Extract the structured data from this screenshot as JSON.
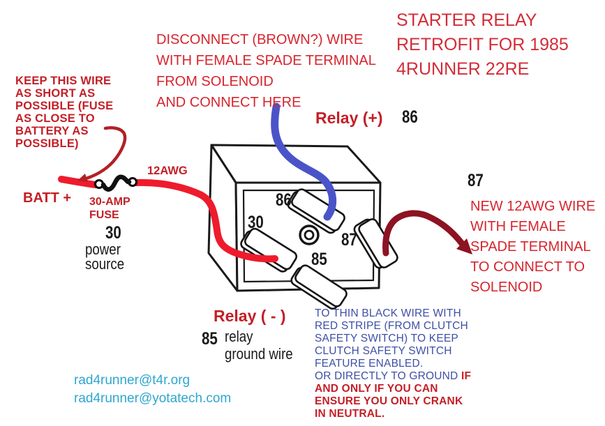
{
  "title": {
    "lines": [
      "STARTER RELAY",
      "RETROFIT FOR 1985",
      "4RUNNER 22RE"
    ]
  },
  "notes": {
    "disconnect": {
      "lines": [
        "DISCONNECT (BROWN?) WIRE",
        "WITH FEMALE SPADE TERMINAL",
        "FROM SOLENOID",
        "AND CONNECT HERE"
      ]
    },
    "keep_short": {
      "lines": [
        "KEEP THIS WIRE",
        "AS SHORT AS",
        "POSSIBLE (FUSE",
        "AS CLOSE TO",
        "BATTERY AS",
        "POSSIBLE)"
      ]
    },
    "new_wire": {
      "pin": "87",
      "lines": [
        "NEW 12AWG WIRE",
        "WITH FEMALE",
        "SPADE TERMINAL",
        "TO CONNECT TO",
        "SOLENOID"
      ]
    },
    "clutch": {
      "blue_lines": [
        "TO THIN BLACK WIRE WITH",
        "RED STRIPE (FROM CLUTCH",
        "SAFETY SWITCH) TO KEEP",
        "CLUTCH SAFETY SWITCH",
        "FEATURE ENABLED."
      ],
      "mixed_blue": "OR DIRECTLY TO GROUND ",
      "mixed_red": "IF",
      "red_lines": [
        "AND ONLY IF YOU CAN",
        "ENSURE YOU ONLY CRANK",
        "IN NEUTRAL."
      ]
    }
  },
  "battery": {
    "label": "BATT +",
    "fuse_line1": "30-AMP",
    "fuse_line2": "FUSE",
    "gauge": "12AWG"
  },
  "power_source": {
    "pin": "30",
    "line1": "power",
    "line2": "source"
  },
  "relay_plus": {
    "label": "Relay (+)",
    "pin": "86"
  },
  "relay_minus": {
    "label": "Relay ( - )",
    "pin": "85",
    "line1": "relay",
    "line2": "ground wire"
  },
  "relay_pins": {
    "p86": "86",
    "p30": "30",
    "p85": "85",
    "p87": "87"
  },
  "contacts": {
    "email_t4r": "rad4runner@t4r.org",
    "email_yotatech": "rad4runner@yotatech.com"
  },
  "colors": {
    "red_title": "#d22d38",
    "red_note": "#d6252e",
    "red_strong": "#c41f27",
    "bright_red_wire": "#ee1b2d",
    "dark_red_wire": "#8d1322",
    "arrow_red": "#b22026",
    "blue_wire": "#4a54c8",
    "blue_note": "#3e4fa5",
    "cyan_link": "#2ea7cf",
    "ink": "#1a1a1a"
  }
}
